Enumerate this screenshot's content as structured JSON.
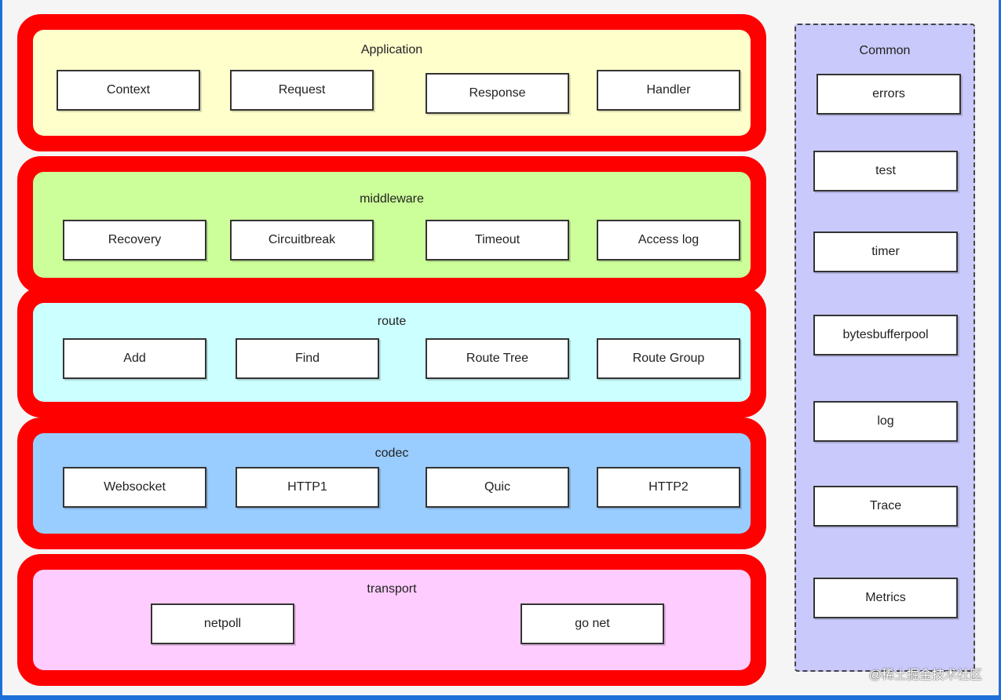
{
  "layers": {
    "application": {
      "title": "Application",
      "color": "#ffffcc",
      "items": [
        "Context",
        "Request",
        "Response",
        "Handler"
      ]
    },
    "middleware": {
      "title": "middleware",
      "color": "#ccff99",
      "items": [
        "Recovery",
        "Circuitbreak",
        "Timeout",
        "Access log"
      ]
    },
    "route": {
      "title": "route",
      "color": "#ccffff",
      "items": [
        "Add",
        "Find",
        "Route Tree",
        "Route Group"
      ]
    },
    "codec": {
      "title": "codec",
      "color": "#99ccff",
      "items": [
        "Websocket",
        "HTTP1",
        "Quic",
        "HTTP2"
      ]
    },
    "transport": {
      "title": "transport",
      "color": "#ffccff",
      "items": [
        "netpoll",
        "go net"
      ]
    }
  },
  "common": {
    "title": "Common",
    "color": "#ccccff",
    "items": [
      "errors",
      "test",
      "timer",
      "bytesbufferpool",
      "log",
      "Trace",
      "Metrics"
    ]
  },
  "layer_border_color": "#ff0000",
  "watermark": "@稀土掘金技术社区"
}
